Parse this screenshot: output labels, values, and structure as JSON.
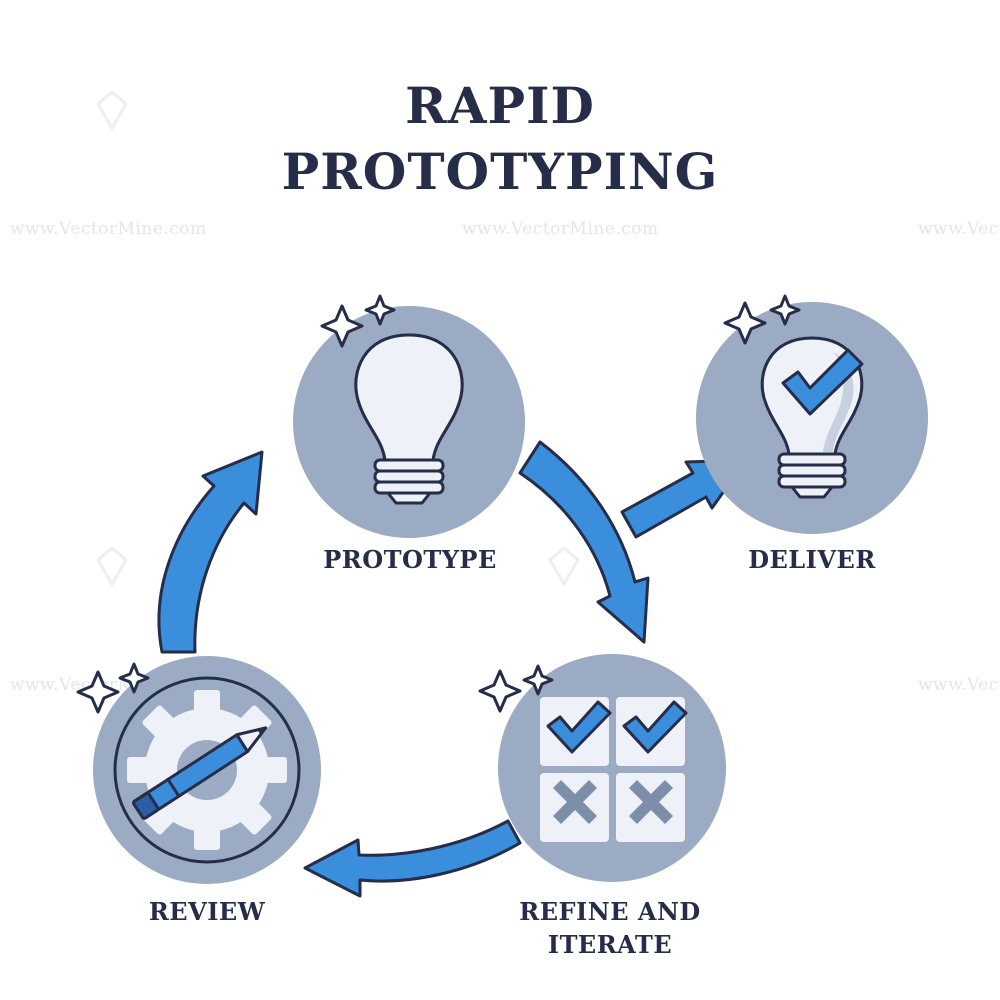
{
  "title": {
    "line1": "RAPID",
    "line2": "PROTOTYPING"
  },
  "stages": {
    "prototype": {
      "label": "PROTOTYPE",
      "icon": "lightbulb-icon"
    },
    "deliver": {
      "label": "DELIVER",
      "icon": "lightbulb-check-icon"
    },
    "refine": {
      "label_line1": "REFINE AND",
      "label_line2": "ITERATE",
      "icon": "checklist-grid-icon"
    },
    "review": {
      "label": "REVIEW",
      "icon": "gear-pencil-icon"
    }
  },
  "watermark": {
    "text": "www.VectorMine.com"
  },
  "colors": {
    "circle": "#9aabc3",
    "arrow": "#3b8edb",
    "outline": "#262d48",
    "accent": "#3a86d6",
    "x_mark": "#7d8fa8"
  }
}
